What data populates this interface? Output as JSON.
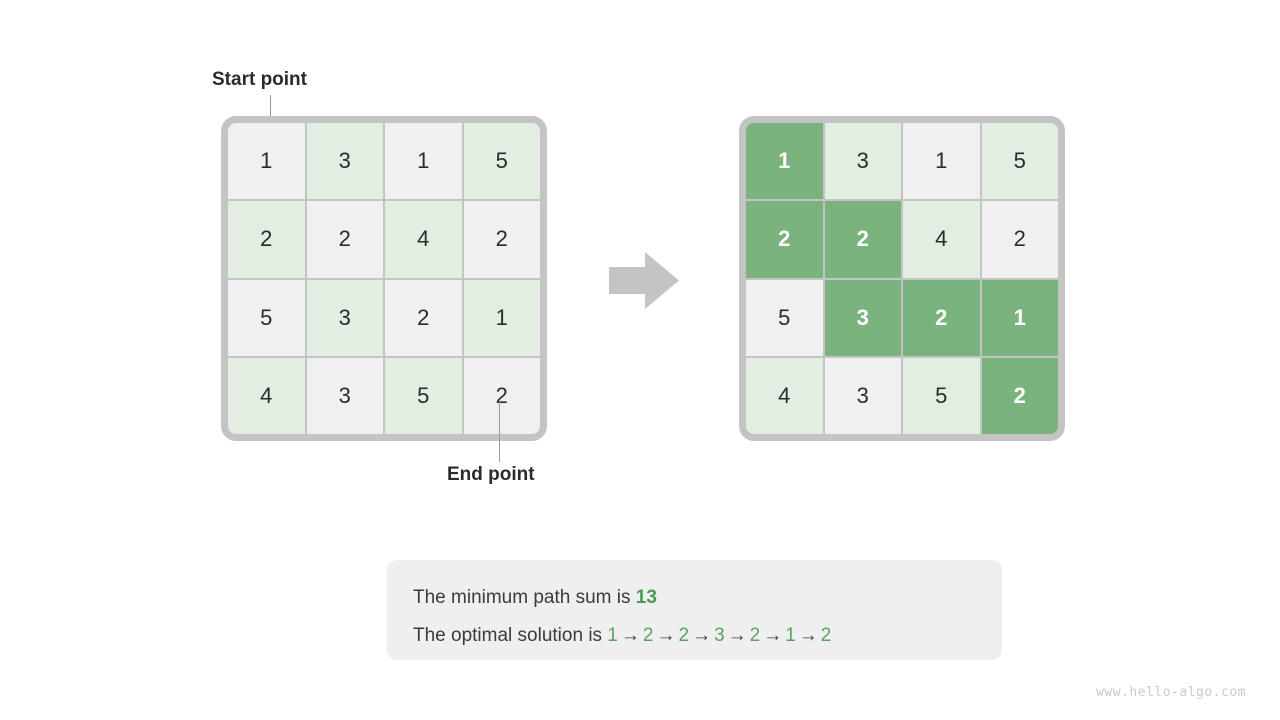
{
  "labels": {
    "start": "Start point",
    "end": "End point"
  },
  "grids": {
    "left": {
      "values": [
        [
          "1",
          "3",
          "1",
          "5"
        ],
        [
          "2",
          "2",
          "4",
          "2"
        ],
        [
          "5",
          "3",
          "2",
          "1"
        ],
        [
          "4",
          "3",
          "5",
          "2"
        ]
      ],
      "path": [
        [
          false,
          false,
          false,
          false
        ],
        [
          false,
          false,
          false,
          false
        ],
        [
          false,
          false,
          false,
          false
        ],
        [
          false,
          false,
          false,
          false
        ]
      ]
    },
    "right": {
      "values": [
        [
          "1",
          "3",
          "1",
          "5"
        ],
        [
          "2",
          "2",
          "4",
          "2"
        ],
        [
          "5",
          "3",
          "2",
          "1"
        ],
        [
          "4",
          "3",
          "5",
          "2"
        ]
      ],
      "path": [
        [
          true,
          false,
          false,
          false
        ],
        [
          true,
          true,
          false,
          false
        ],
        [
          false,
          true,
          true,
          true
        ],
        [
          false,
          false,
          false,
          true
        ]
      ]
    }
  },
  "arrow": {
    "icon": "arrow-right-icon",
    "color": "#c4c4c4"
  },
  "info": {
    "line1_prefix": "The minimum path sum is ",
    "minimum_path_sum": "13",
    "line2_prefix": "The optimal solution is ",
    "solution_sequence": [
      "1",
      "2",
      "2",
      "3",
      "2",
      "1",
      "2"
    ],
    "arrow_glyph": "→"
  },
  "watermark": "www.hello-algo.com",
  "colors": {
    "cell_gray": "#f0f0f0",
    "cell_tint": "#e2eee2",
    "cell_path": "#7ab37e",
    "frame": "#c4c4c4",
    "accent_green": "#4c9a51",
    "info_bg": "#efefef",
    "text": "#2b2b2b"
  },
  "chart_data": {
    "type": "table",
    "title": "Minimum Path Sum Grid",
    "rows": 4,
    "cols": 4,
    "grid": [
      [
        1,
        3,
        1,
        5
      ],
      [
        2,
        2,
        4,
        2
      ],
      [
        5,
        3,
        2,
        1
      ],
      [
        4,
        3,
        5,
        2
      ]
    ],
    "path_cells": [
      [
        0,
        0
      ],
      [
        1,
        0
      ],
      [
        1,
        1
      ],
      [
        2,
        1
      ],
      [
        2,
        2
      ],
      [
        2,
        3
      ],
      [
        3,
        3
      ]
    ],
    "path_values": [
      1,
      2,
      2,
      3,
      2,
      1,
      2
    ],
    "minimum_path_sum": 13,
    "start_cell": [
      0,
      0
    ],
    "end_cell": [
      3,
      3
    ]
  }
}
